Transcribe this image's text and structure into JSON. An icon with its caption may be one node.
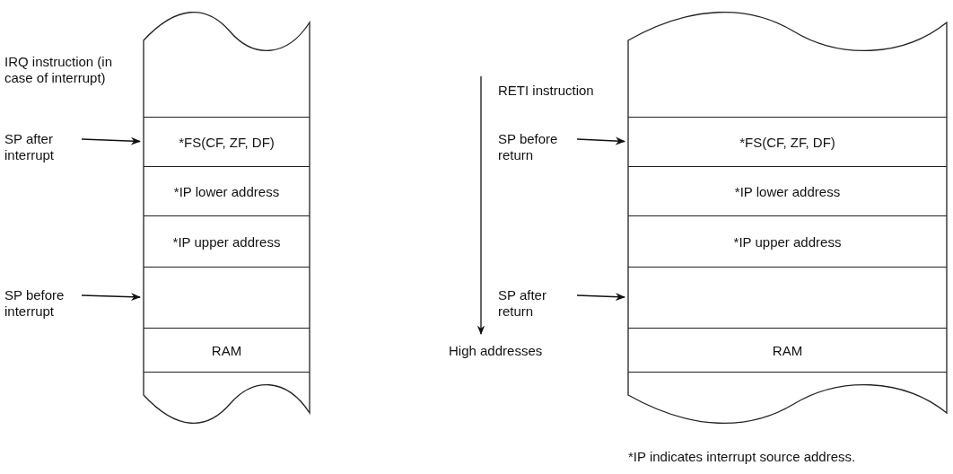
{
  "diagram": {
    "nodes": [
      {
        "text": [],
        "shape": "box"
      },
      {
        "text": [
          "*FS(CF, ZF, DF)"
        ],
        "in": 0
      },
      {
        "text": [
          "*IP lower address"
        ],
        "in": 0
      },
      {
        "text": [
          "*IP upper address"
        ],
        "in": 0
      },
      {
        "text": [],
        "shape": "box",
        "in": 0
      },
      {
        "text": [
          "RAM"
        ],
        "in": 0
      },
      {
        "text": [
          "SP after interrupt"
        ]
      },
      {
        "text": [
          "SP before interrupt"
        ]
      },
      {
        "text": [],
        "shape": "box"
      },
      {
        "text": [
          "*FS(CF, ZF, DF)"
        ],
        "in": 8
      },
      {
        "text": [
          "*IP lower address"
        ],
        "in": 8
      },
      {
        "text": [
          "*IP upper address"
        ],
        "in": 8
      },
      {
        "text": [],
        "shape": "box",
        "in": 8
      },
      {
        "text": [
          "RAM"
        ],
        "in": 8
      },
      {
        "text": [
          "SP before return"
        ]
      },
      {
        "text": [
          "SP after return"
        ]
      }
    ],
    "edges": [
      {
        "from": 6,
        "to": 1,
        "arrow": "to"
      },
      {
        "from": 7,
        "to": 4,
        "arrow": "to"
      },
      {
        "from": 14,
        "to": 9,
        "arrow": "to"
      },
      {
        "from": 15,
        "to": 12,
        "arrow": "to"
      }
    ],
    "labels": [
      "IRQ instruction (in case of interrupt)",
      "RETI instruction",
      "High addresses",
      "*IP indicates interrupt source address."
    ]
  }
}
